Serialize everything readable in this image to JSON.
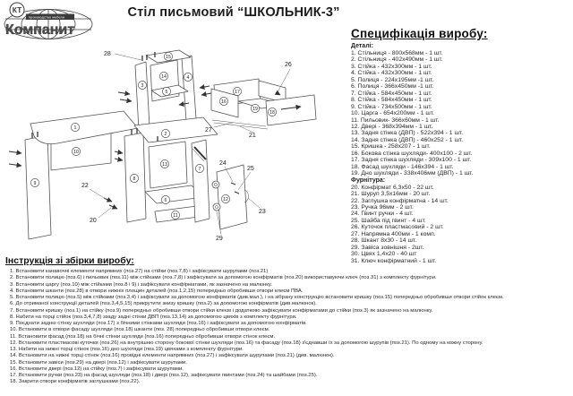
{
  "header": {
    "brand": "Компанит",
    "brand_initials": "КТ",
    "tagline": "производство мебели",
    "title": "Стіл письмовий “ШКОЛЬНИК-3”"
  },
  "spec": {
    "heading": "Специфікація виробу:",
    "details_label": "Деталі:",
    "details": [
      "1. Стільниця - 800х568мм - 1 шт.",
      "2. Стільниця - 402х490мм - 1 шт.",
      "3. Стійка - 432х300мм - 1 шт.",
      "4. Стійка - 432х300мм - 1 шт.",
      "5. Полиця - 224х195мм -1 шт.",
      "6. Полиця - 366х450мм -1 шт.",
      "7. Стійка - 584х450мм - 1 шт.",
      "8. Стійка - 584х450мм - 1 шт.",
      "9. Стійка - 734х500мм - 1 шт.",
      "10. Царга - 654х200мм - 1 шт.",
      "11. Пильовик- 366х60мм - 1 шт.",
      "12. Двері - 368х394мм - 1 шт.",
      "13. Задня стінка (ДВП) - 522х394 - 1 шт.",
      "14. Задня стінка (ДВП) - 460х252 - 1 шт.",
      "15. Кришка - 258х207 - 1 шт.",
      "16. Бокова стінка шухляди- 400х100 - 2 шт.",
      "17. Задня стінка шухляди - 309х100 - 1 шт.",
      "18. Фасад шухляди - 146х394 - 1 шт.",
      "19. Дно шухляди - 338х406мм (ДВП) - 1 шт."
    ],
    "hardware_label": "Фурнітура:",
    "hardware": [
      "20. Конфірмат 6,3х50 - 22 шт.",
      "21. Шуруп 3,5х16мм - 20 шт.",
      "22. Заглушка конфірматна - 14 шт.",
      "23. Ручка 96мм - 2 шт.",
      "24. Гвинт ручки - 4 шт.",
      "25. Шайба під гвинт - 4 шт.",
      "26. Куточок пластмасовий - 2 шт.",
      "27. Напрямна 400мм - 1 комп.",
      "28. Шкант 8х30 - 14 шт.",
      "29. Завіса зовнішня - 2шт.",
      "30. Цвях 1,4х20 - 40 шт",
      "31. Ключ конфірматний - 1 шт."
    ]
  },
  "instructions": {
    "heading": "Інструкція зі збірки виробу:",
    "items": [
      "1. Встановити канавочні елементи напрямних (поз.27) на стійки (поз.7,8) і зафіксувати шурупами (поз.21)",
      "2. Встановити полицю (поз.6) і пильовик (поз.11) між стійками (поз.7,8) і зафіксувати за допомогою конфірматів (поз.20) використавуючи ключ (поз.31) з комплекту фурнітури.",
      "3. Встановити царгу (поз.10) між стійками (поз.8 і 9) і зафіксувати конфірматами, як зазначено на малюнку.",
      "4. Встановити шканти (поз.28) в отвори нижніх площин деталей (поз.1,2,15) попередньо обробивши отвори клеєм ПВА.",
      "5. Встановити полицю (поз.5) між стійками (поз.3,4) і зафіксувати за допомогою конфірматів (див.мал.), і на зібрану конструкцію встановити кришку (поз.15) попередньо обробивши отвори стійок клеєм.",
      "6. До отриманої конструкції деталей (поз.3,4,5,15) прикрутити знизу кришку (поз.2) за допомогою конфірматів (див.малюнок).",
      "7. Встановити кришку (поз.1) на стійку (поз.9) попередньо обробивши отвори стійки клеєм і додатково зафіксувати конфірматами до стійки (поз.3) як зазначено на малюнку.",
      "8. Набити на торці стійок (поз.3,4,7,8) ззаду задні стінки ДВП (поз.13,14) за допомогою цвяхів з комплекту фурнітури.",
      "9. Поєднати задню стінку шухляди (поз.17) з бічними стінками шухляди (поз.16) і зафіксувати за допомогою конфірматів.",
      "10. Встановити в отвори фасаду шухляди (поз.18) шканти (поз. 28) попередньо обробивши отвори клеєм.",
      "11. Встановити фасад (поз.18) на бічні стінки шухляди (поз.16) попередньо обробивши отвори стінок клеєм.",
      "12. Встановити пластмасові куточки (поз.26) на внутрішню сторону бокової стінки шухляди (поз.16) та фасаду (поз.18) з'єднавши їх за допомогою шурупів (поз.21). По одному на кожну сторону.",
      "13. Набити на нижні торці стінок (поз.16) дно шухляди (поз.19) цвяхами з комплекту фурнітури.",
      "14. Встановити на нижні торці стінок (поз.16) провідні елементи напрямних (поз.27) і зафіксувати шурупами (поз.21) (див. малюнок).",
      "15. Встановити завіси (поз.29) на двері (поз.12) і зафіксувати шурупами.",
      "16. Встановити двері (поз.12) на стійку (поз.7) і зафіксувати шурупами.",
      "17. Встановити ручки (поз.23) на фасад шухляди (поз.18) і двері (поз.12), зафіксувати гвинтами (поз.24) та шайбами (поз.25).",
      "18. Закрити отвори конфірматів заглушками (поз.22)."
    ]
  },
  "diagram": {
    "circled": [
      "1",
      "2",
      "3",
      "4",
      "5",
      "6",
      "7",
      "8",
      "9",
      "10",
      "11",
      "12",
      "13",
      "14",
      "15",
      "16",
      "17",
      "18",
      "19"
    ],
    "plain": [
      "20",
      "21",
      "22",
      "23",
      "24",
      "25",
      "26",
      "27",
      "28",
      "29"
    ]
  }
}
